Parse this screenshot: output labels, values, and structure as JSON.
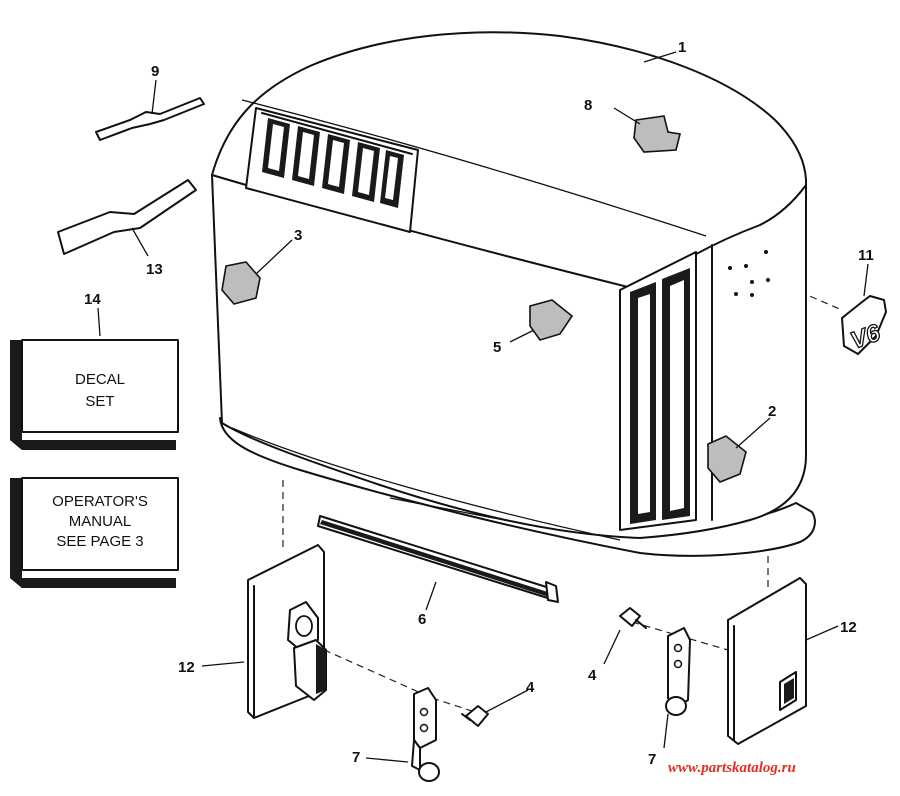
{
  "callouts": {
    "c1": "1",
    "c2": "2",
    "c3": "3",
    "c4a": "4",
    "c4b": "4",
    "c5": "5",
    "c6": "6",
    "c7a": "7",
    "c7b": "7",
    "c8": "8",
    "c9": "9",
    "c11": "11",
    "c12a": "12",
    "c12b": "12",
    "c13": "13",
    "c14": "14"
  },
  "boxes": {
    "decal_set": {
      "line1": "DECAL",
      "line2": "SET"
    },
    "operators_manual": {
      "line1": "OPERATOR'S",
      "line2": "MANUAL",
      "line3": "SEE PAGE 3"
    }
  },
  "v6_badge_text": "V6",
  "watermark": "www.partskatalog.ru"
}
